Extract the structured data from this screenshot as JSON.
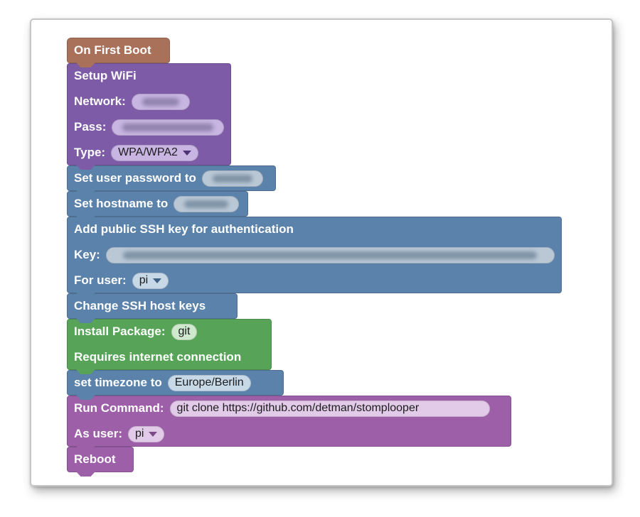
{
  "colors": {
    "startup_brown": "#a9715a",
    "wifi_purple": "#7d5ba6",
    "system_blue": "#5b82ab",
    "package_green": "#57a458",
    "command_magenta": "#9d5fa8"
  },
  "blocks": {
    "on_first_boot": {
      "label": "On First Boot"
    },
    "setup_wifi": {
      "title": "Setup WiFi",
      "network_label": "Network:",
      "network_masked": true,
      "pass_label": "Pass:",
      "pass_masked": true,
      "type_label": "Type:",
      "type_value": "WPA/WPA2"
    },
    "set_user_password": {
      "label": "Set user password to",
      "value_masked": true
    },
    "set_hostname": {
      "label": "Set hostname to",
      "value_masked": true
    },
    "add_ssh_key": {
      "title": "Add public SSH key for authentication",
      "key_label": "Key:",
      "key_masked": true,
      "user_label": "For user:",
      "user_value": "pi"
    },
    "change_ssh_host_keys": {
      "label": "Change SSH host keys"
    },
    "install_package": {
      "label": "Install Package:",
      "package_value": "git",
      "note": "Requires internet connection"
    },
    "set_timezone": {
      "label": "set timezone to",
      "timezone_value": "Europe/Berlin"
    },
    "run_command": {
      "label": "Run Command:",
      "command_value": "git clone https://github.com/detman/stomplooper",
      "user_label": "As user:",
      "user_value": "pi"
    },
    "reboot": {
      "label": "Reboot"
    }
  }
}
